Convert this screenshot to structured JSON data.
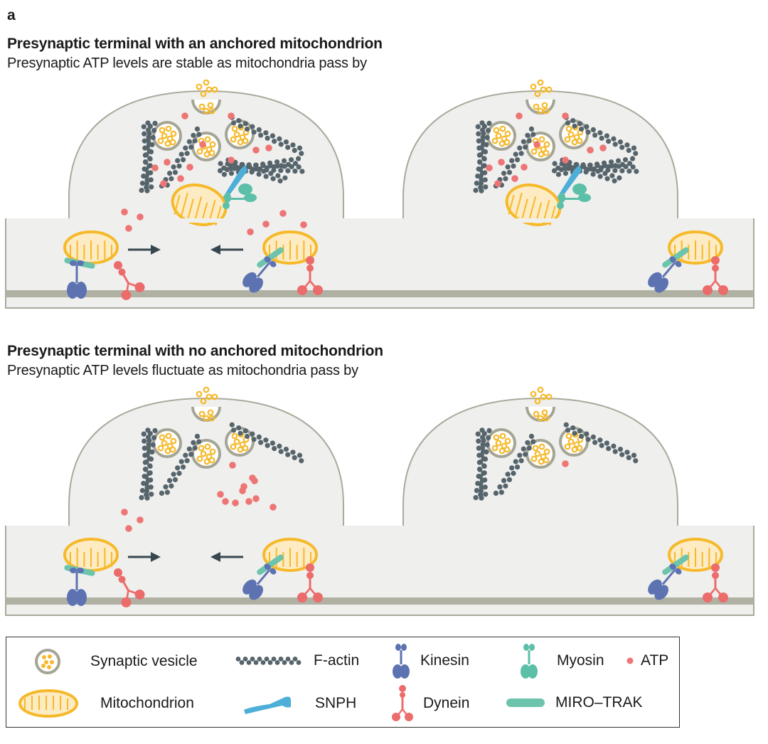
{
  "panel_label": "a",
  "panels": [
    {
      "title": "Presynaptic terminal with an anchored mitochondrion",
      "subtitle": "Presynaptic ATP levels are stable as mitochondria pass by",
      "anchored": true
    },
    {
      "title": "Presynaptic terminal with no anchored mitochondrion",
      "subtitle": "Presynaptic ATP levels fluctuate as mitochondria pass by",
      "anchored": false
    }
  ],
  "legend": {
    "items": [
      {
        "key": "synaptic-vesicle",
        "label": "Synaptic vesicle"
      },
      {
        "key": "f-actin",
        "label": "F-actin"
      },
      {
        "key": "kinesin",
        "label": "Kinesin"
      },
      {
        "key": "myosin",
        "label": "Myosin"
      },
      {
        "key": "atp",
        "label": "ATP"
      },
      {
        "key": "mitochondrion",
        "label": "Mitochondrion"
      },
      {
        "key": "snph",
        "label": "SNPH"
      },
      {
        "key": "dynein",
        "label": "Dynein"
      },
      {
        "key": "miro-trak",
        "label": "MIRO–TRAK"
      }
    ]
  },
  "colors": {
    "cytoplasm": "#efefed",
    "membrane": "#a9aa9c",
    "microtubule": "#b0b1a3",
    "mito_outer": "#f6b92a",
    "mito_fill": "#fdebc4",
    "vesicle_ring": "#a5a596",
    "neurotransmitter": "#f6b92a",
    "atp": "#ee7575",
    "actin": "#56646c",
    "kinesin": "#5d73b1",
    "dynein": "#ec6b6b",
    "myosin": "#5cbfa8",
    "snph": "#4daed8",
    "miro_trak": "#6cc4ad",
    "arrow": "#37474f"
  }
}
